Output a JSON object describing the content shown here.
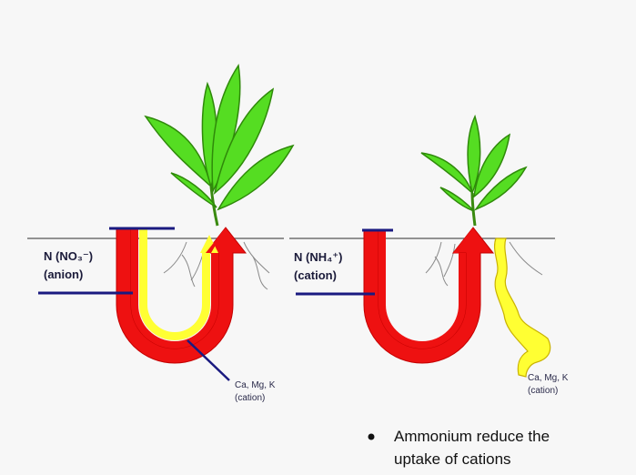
{
  "diagram": {
    "left_panel": {
      "nutrient_label_line1": "N (NO₃⁻)",
      "nutrient_label_line2": "(anion)",
      "cation_label_line1": "Ca, Mg, K",
      "cation_label_line2": "(cation)"
    },
    "right_panel": {
      "nutrient_label_line1": "N (NH₄⁺)",
      "nutrient_label_line2": "(cation)",
      "cation_label_line1": "Ca, Mg, K",
      "cation_label_line2": "(cation)"
    },
    "bullet": {
      "line1": "Ammonium reduce the",
      "line2": "uptake of cations"
    },
    "colors": {
      "arrow_red": "#ee1111",
      "arrow_yellow": "#ffff33",
      "leaf_green": "#55dd22",
      "pointer_navy": "#1a1a80",
      "soil_line": "#555555",
      "root": "#888888"
    }
  }
}
